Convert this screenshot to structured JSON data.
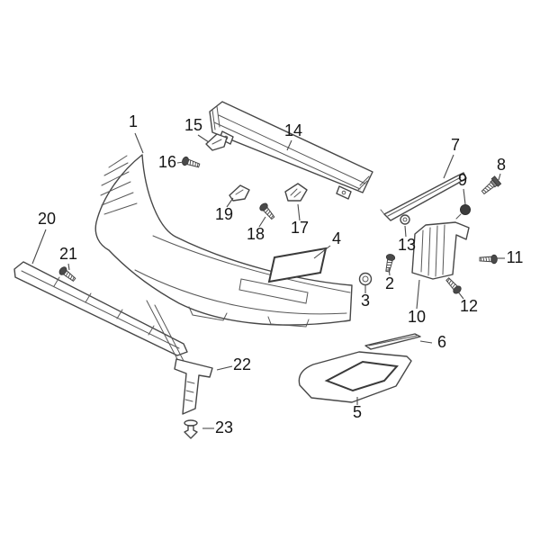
{
  "diagram": {
    "kind": "exploded-parts-diagram",
    "subject": "rear-bumper-assembly",
    "background_color": "#ffffff",
    "line_color": "#474747",
    "label_color": "#151515",
    "callouts": [
      {
        "label": "1",
        "part": "bumper-cover"
      },
      {
        "label": "2",
        "part": "screw"
      },
      {
        "label": "3",
        "part": "grommet"
      },
      {
        "label": "4",
        "part": "pad"
      },
      {
        "label": "5",
        "part": "lower-cover"
      },
      {
        "label": "6",
        "part": "trim-strip"
      },
      {
        "label": "7",
        "part": "side-rail-bracket"
      },
      {
        "label": "8",
        "part": "bolt"
      },
      {
        "label": "9",
        "part": "retainer"
      },
      {
        "label": "10",
        "part": "side-support-bracket"
      },
      {
        "label": "11",
        "part": "screw"
      },
      {
        "label": "12",
        "part": "screw"
      },
      {
        "label": "13",
        "part": "nut"
      },
      {
        "label": "14",
        "part": "impact-bar"
      },
      {
        "label": "15",
        "part": "bracket"
      },
      {
        "label": "16",
        "part": "screw"
      },
      {
        "label": "17",
        "part": "bracket"
      },
      {
        "label": "18",
        "part": "screw"
      },
      {
        "label": "19",
        "part": "bracket"
      },
      {
        "label": "20",
        "part": "lower-trim-strip"
      },
      {
        "label": "21",
        "part": "screw"
      },
      {
        "label": "22",
        "part": "stay-bracket"
      },
      {
        "label": "23",
        "part": "clip"
      }
    ]
  }
}
